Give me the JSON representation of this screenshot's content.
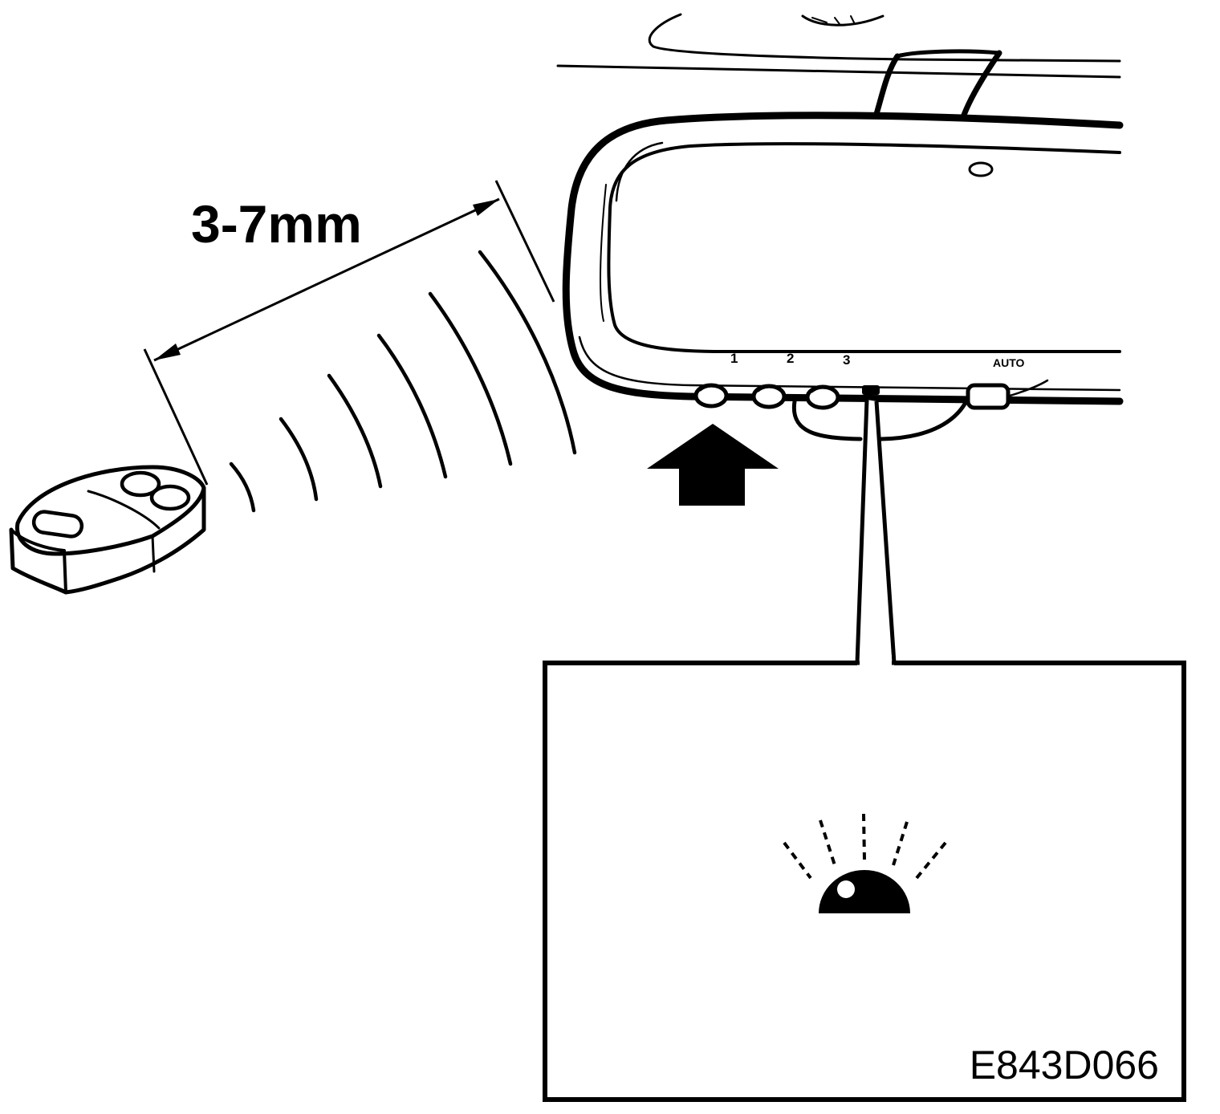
{
  "dimension": {
    "label": "3-7mm"
  },
  "mirror": {
    "button_labels": [
      "1",
      "2",
      "3"
    ],
    "auto_label": "AUTO"
  },
  "figure_code": "E843D066",
  "colors": {
    "ink": "#000000",
    "paper": "#ffffff"
  }
}
